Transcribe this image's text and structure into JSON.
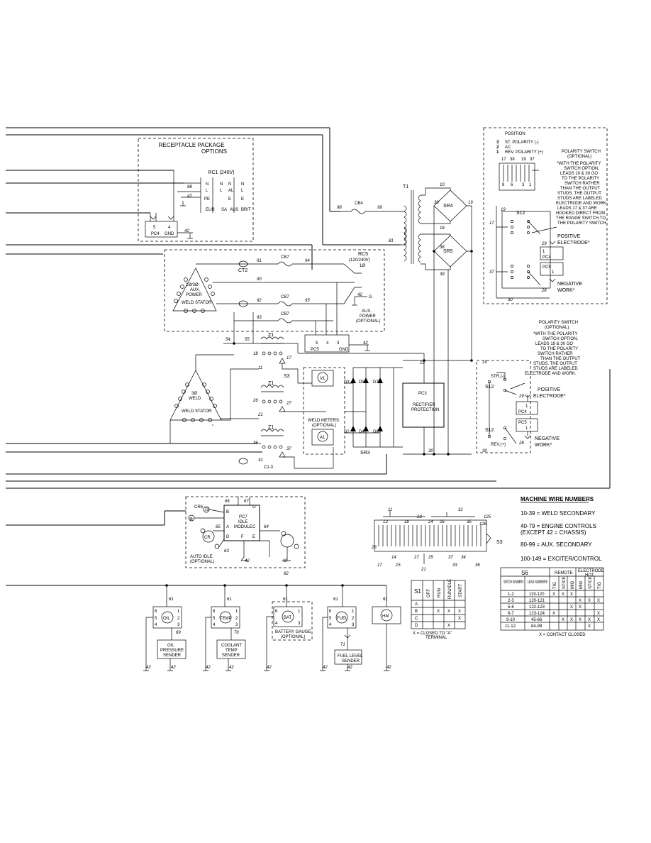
{
  "receptacle_package": {
    "title": "RECEPTACLE PACKAGE",
    "subtitle": "OPTIONS",
    "rc1": "RC1 (240V)",
    "cols": [
      "N",
      "N",
      "N",
      "N"
    ],
    "col2": [
      "L",
      "L",
      "AL",
      "L"
    ],
    "col3": [
      "PE",
      "",
      "E",
      "E"
    ],
    "eur": "EUR",
    "sa": "SA",
    "aus": "AUS",
    "brit": "BRIT",
    "w88": "88",
    "w42a": "42",
    "pc4": "PC4",
    "pc4_5": "5",
    "pc4_4": "4",
    "gnd": "GND",
    "w42b": "42"
  },
  "aux": {
    "title": "1Ø/3Ø AUX. POWER",
    "aux1": "1Ø/3Ø",
    "aux2": "AUX.",
    "aux3": "POWER",
    "weld_stator": "WELD STATOR",
    "ct2": "CT2",
    "cb7": "CB7",
    "w91": "91",
    "w90": "90",
    "w92": "92",
    "w93": "93",
    "w94": "94",
    "w95": "95",
    "rc5": "RC5",
    "rc5v": "(120/240V)",
    "rc5p": "1Ø",
    "w42": "42",
    "g": "G",
    "auxpow1": "AUX.",
    "auxpow2": "POWER",
    "auxpow3": "(OPTIONAL)",
    "pc5": "PC5",
    "p5": "5",
    "p4": "4",
    "p3": "3",
    "gnd": "GND",
    "w42g": "42",
    "w54": "54",
    "w55": "55"
  },
  "transformer": {
    "t1": "T1",
    "cb4": "CB4",
    "w98": "98",
    "w99": "99",
    "w81": "81",
    "w10": "10",
    "w30": "30",
    "w19": "19",
    "w18": "18",
    "w38": "38",
    "w39": "39",
    "sr4": "SR4",
    "sr5": "SR5"
  },
  "polarity_box": {
    "position": "POSITION",
    "p3": "3",
    "p3t": "ST. POLARITY (-)",
    "p2": "2",
    "p2t": "AC",
    "p1": "1",
    "p1t": "REV. POLARITY (+)",
    "switch_title1": "POLARITY SWITCH",
    "switch_title2": "(OPTIONAL)",
    "note": [
      "*WITH THE POLARITY",
      "SWITCH OPTION,",
      "LEADS 19 & 30 GO",
      "TO THE POLARITY",
      "SWITCH RATHER",
      "THAN THE OUTPUT",
      "STUDS. THE OUTPUT",
      "STUDS ARE LABELED",
      "ELECTRODE AND WORK",
      "LEADS 17 & 37 ARE",
      "HOOKED DIRECT FROM",
      "THE RANGE SWITCH TO",
      "THE POLARITY SWITCH"
    ],
    "s12": "S12",
    "w17": "17",
    "w19": "19",
    "w37": "37",
    "w29": "29",
    "w28": "28",
    "w30": "30",
    "pc4": "PC4",
    "pc5": "PC5",
    "one": "1",
    "pos": "POSITIVE",
    "pos2": "ELECTRODE*",
    "neg": "NEGATIVE",
    "neg2": "WORK*",
    "contacts": [
      "17",
      "38",
      "19",
      "37",
      "8",
      "6",
      "3",
      "1"
    ]
  },
  "weld": {
    "z1": "Z1",
    "s3": "S3",
    "stator1": "3Ø",
    "stator2": "WELD",
    "stator3": "WELD STATOR",
    "w18": "18",
    "w17": "17",
    "w11": "11",
    "w26": "26",
    "w27": "27",
    "w21": "21",
    "w36": "36",
    "w37": "37",
    "w31": "31",
    "c13": "C1-3",
    "v1": "V1",
    "a1": "A1",
    "meters1": "WELD METERS",
    "meters2": "(OPTIONAL)",
    "d3": "D3",
    "d5": "D5",
    "d7": "D7",
    "d2": "D2",
    "d4": "D4",
    "d6": "D6",
    "sr3": "SR3",
    "pc3": "PC3",
    "rect1": "RECTIFIER",
    "rect2": "PROTECTION",
    "w19": "19",
    "w30": "30",
    "w19b": "19",
    "w30b": "30"
  },
  "polarity2": {
    "title1": "POLARITY SWITCH",
    "title2": "(OPTIONAL)",
    "note": [
      "*WITH THE POLARITY",
      "SWITCH OPTION,",
      "LEADS 19 & 30 GO",
      "TO THE POLARITY",
      "SWITCH RATHER",
      "THAN THE OUTPUT",
      "STUDS. THE OUTPUT",
      "STUDS ARE LABELED",
      "ELECTRODE AND WORK."
    ],
    "str": "STR.(-)",
    "rev": "REV.(+)",
    "s12a": "S12",
    "s12b": "S12",
    "w29": "29",
    "w28": "28",
    "pc4": "PC4",
    "pc5": "PC5",
    "one": "1",
    "pos": "POSITIVE",
    "pos2": "ELECTRODE*",
    "neg": "NEGATIVE",
    "neg2": "WORK*"
  },
  "idle": {
    "cr6": "CR6",
    "pc7": "PC7",
    "idle1": "IDLE",
    "idle2": "MODULE",
    "b": "B",
    "g": "G",
    "a": "A",
    "c": "C",
    "d": "D",
    "f": "F",
    "e": "E",
    "w66": "66",
    "w67": "67",
    "w68": "68",
    "w72": "72",
    "w65": "65",
    "w64": "64",
    "w63": "63",
    "w42a": "42",
    "w42b": "42",
    "w62": "62",
    "cr7": "CR",
    "auto1": "AUTO IDLE",
    "auto2": "(OPTIONAL)"
  },
  "wire_numbers": {
    "title": "MACHINE WIRE NUMBERS",
    "rows": [
      "10-39 = WELD SECONDARY",
      "40-79 = ENGINE CONTROLS",
      "(EXCEPT 42 = CHASSIS)",
      "80-99 = AUX. SECONDARY",
      "100-149 = EXCITER/CONTROL"
    ]
  },
  "s3_switch": {
    "label": "S3",
    "top": [
      "11",
      "13",
      "18",
      "23",
      "24",
      "26",
      "31",
      "35",
      "125",
      "126"
    ],
    "bottom": [
      "28",
      "17",
      "14",
      "15",
      "27",
      "25",
      "37",
      "21",
      "33",
      "34",
      "36"
    ]
  },
  "s1_table": {
    "label": "S1",
    "cols": [
      "OFF",
      "RUN",
      "RUN/IDLE",
      "START"
    ],
    "rows": [
      {
        "r": "A",
        "c": [
          "",
          "",
          "",
          ""
        ]
      },
      {
        "r": "B",
        "c": [
          "",
          "X",
          "X",
          "X"
        ]
      },
      {
        "r": "C",
        "c": [
          "",
          "",
          "",
          "X"
        ]
      },
      {
        "r": "D",
        "c": [
          "",
          "",
          "X",
          ""
        ]
      }
    ],
    "note1": "X = CLOSED TO \"A\"",
    "note2": "TERMINAL"
  },
  "s6_table": {
    "label": "S6",
    "remote": "REMOTE",
    "ehot1": "ELECTRODE",
    "ehot2": "HOT",
    "h1": "SWITCH NUMBERS",
    "h2": "LEAD NUMBERS",
    "cols": [
      "TIG",
      "STICK",
      "MIG",
      "MIG",
      "STICK",
      "TIG"
    ],
    "rows": [
      {
        "sw": "1-2",
        "ld": "119-120",
        "c": [
          "X",
          "X",
          "X",
          "",
          "",
          ""
        ]
      },
      {
        "sw": "2-3",
        "ld": "120-121",
        "c": [
          "",
          "",
          "",
          "X",
          "X",
          "X"
        ]
      },
      {
        "sw": "5-6",
        "ld": "122-123",
        "c": [
          "",
          "",
          "X",
          "X",
          "",
          ""
        ]
      },
      {
        "sw": "6-7",
        "ld": "123-124",
        "c": [
          "X",
          "",
          "",
          "",
          "",
          "X"
        ]
      },
      {
        "sw": "9-10",
        "ld": "45-66",
        "c": [
          "",
          "X",
          "X",
          "X",
          "X",
          "X"
        ]
      },
      {
        "sw": "11-12",
        "ld": "84-98",
        "c": [
          "",
          "",
          "",
          "",
          "X",
          ""
        ]
      }
    ],
    "note": "X = CONTACT CLOSED"
  },
  "gauges": {
    "oil": "OIL",
    "temp": "TEMP",
    "bat": "BAT",
    "fuel": "FUEL",
    "hm": "HM",
    "oil_s1": "OIL",
    "oil_s2": "PRESSURE",
    "oil_s3": "SENDER",
    "cool1": "COOLANT",
    "cool2": "TEMP",
    "cool3": "SENDER",
    "bat1": "BATTERY GAUGE",
    "bat2": "(OPTIONAL)",
    "fuel1": "FUEL LEVEL",
    "fuel2": "SENDER",
    "w61": "61",
    "w69": "69",
    "w70": "70",
    "w71": "71",
    "w42": "42",
    "n6": "6",
    "n1": "1",
    "n5": "5",
    "n4": "4",
    "n3": "3",
    "n2": "2"
  }
}
